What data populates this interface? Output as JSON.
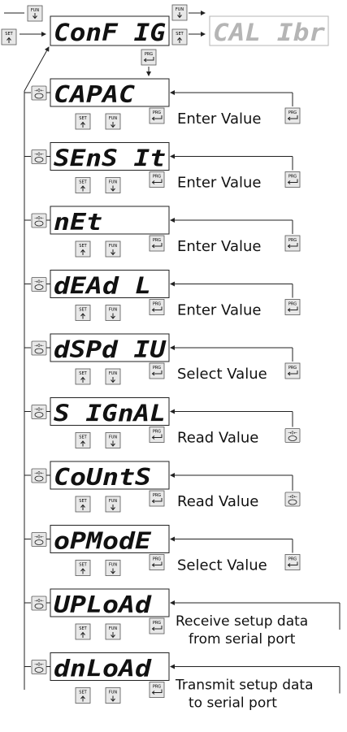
{
  "keys": {
    "fun": "FUN",
    "set": "SET",
    "prg": "PRG"
  },
  "header": {
    "config_display": "ConF IG",
    "calibr_display": "CAL Ibr"
  },
  "menu_items": [
    {
      "display": "CAPAC",
      "action": "Enter Value",
      "return_key": "prg"
    },
    {
      "display": "SEnS It",
      "action": "Enter Value",
      "return_key": "prg"
    },
    {
      "display": "nEt",
      "action": "Enter Value",
      "return_key": "prg"
    },
    {
      "display": "dEAd L",
      "action": "Enter Value",
      "return_key": "prg"
    },
    {
      "display": "dSPd IU",
      "action": "Select Value",
      "return_key": "prg"
    },
    {
      "display": "S IGnAL",
      "action": "Read Value",
      "return_key": "zero"
    },
    {
      "display": "CoUntS",
      "action": "Read Value",
      "return_key": "zero"
    },
    {
      "display": "oPModE",
      "action": "Select Value",
      "return_key": "prg"
    },
    {
      "display": "UPLoAd",
      "action": "Receive setup data\nfrom serial port",
      "return_key": "none"
    },
    {
      "display": "dnLoAd",
      "action": "Transmit setup data\nto serial port",
      "return_key": "none"
    }
  ],
  "colors": {
    "line": "#222222",
    "key_fill": "#e8e8e8",
    "dim_display": "#b5b5b5"
  }
}
